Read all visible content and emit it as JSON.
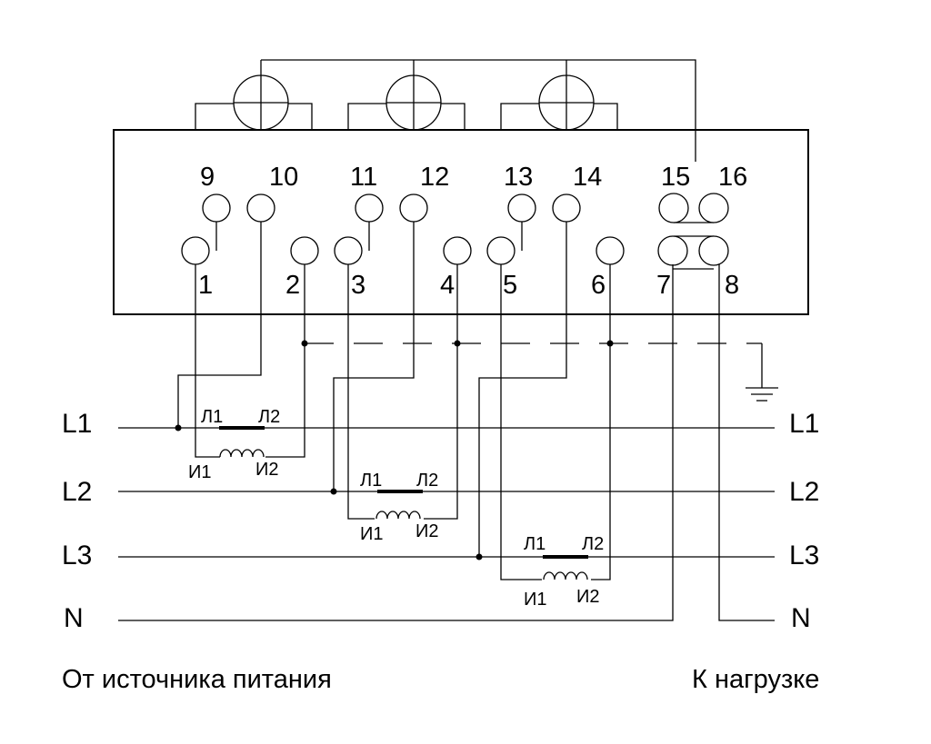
{
  "terminals": {
    "t1": "1",
    "t2": "2",
    "t3": "3",
    "t4": "4",
    "t5": "5",
    "t6": "6",
    "t7": "7",
    "t8": "8",
    "t9": "9",
    "t10": "10",
    "t11": "11",
    "t12": "12",
    "t13": "13",
    "t14": "14",
    "t15": "15",
    "t16": "16"
  },
  "lines_left": {
    "l1": "L1",
    "l2": "L2",
    "l3": "L3",
    "n": "N"
  },
  "lines_right": {
    "l1": "L1",
    "l2": "L2",
    "l3": "L3",
    "n": "N"
  },
  "transformers": [
    {
      "primary_in": "Л1",
      "primary_out": "Л2",
      "secondary_in": "И1",
      "secondary_out": "И2"
    },
    {
      "primary_in": "Л1",
      "primary_out": "Л2",
      "secondary_in": "И1",
      "secondary_out": "И2"
    },
    {
      "primary_in": "Л1",
      "primary_out": "Л2",
      "secondary_in": "И1",
      "secondary_out": "И2"
    }
  ],
  "captions": {
    "source": "От источника питания",
    "load": "К нагрузке"
  }
}
